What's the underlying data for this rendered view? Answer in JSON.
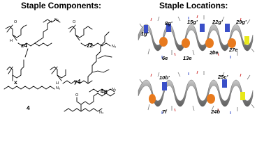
{
  "titles": {
    "left": "Staple Components:",
    "right": "Staple Locations:"
  },
  "components": {
    "z4": "z4",
    "z2": "z2",
    "x": "x",
    "y4": "y4",
    "four": "4",
    "four_p": "4p",
    "n3": "N3",
    "o": "O",
    "h": "H",
    "n": "N"
  },
  "locations_top": [
    "1g'",
    "8g'",
    "15g'",
    "22g'",
    "29g'",
    "6e",
    "13e",
    "20e",
    "27e"
  ],
  "locations_bottom": [
    "10b'",
    "25c'",
    "7f",
    "24b"
  ],
  "colors": {
    "helix": "#8c8c8c",
    "orange": "#e87a1e",
    "blue": "#3a4fc8",
    "yellow": "#e8e81a"
  }
}
